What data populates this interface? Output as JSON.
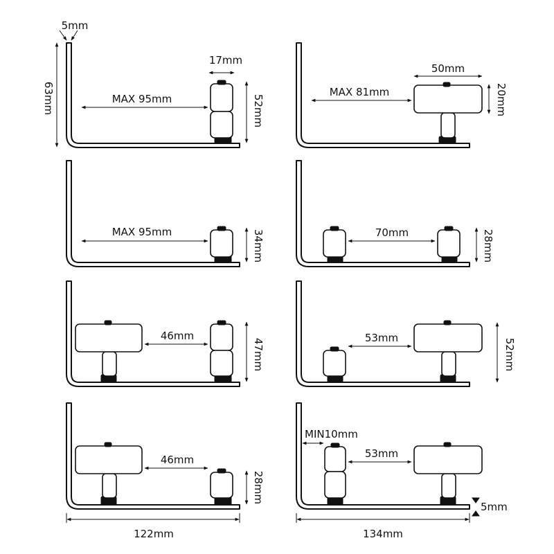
{
  "labels": {
    "top_thickness": "5mm",
    "overall_height": "63mm",
    "left_width": "122mm",
    "right_width": "134mm",
    "bottom_thickness": "5mm"
  },
  "panels": [
    {
      "gap": "MAX 95mm",
      "height": "52mm",
      "extra": "17mm"
    },
    {
      "gap": "MAX 81mm",
      "height": "20mm",
      "extra": "50mm"
    },
    {
      "gap": "MAX 95mm",
      "height": "34mm"
    },
    {
      "gap": "70mm",
      "height": "28mm"
    },
    {
      "gap": "46mm",
      "height": "47mm"
    },
    {
      "gap": "53mm",
      "height": "52mm"
    },
    {
      "gap": "46mm",
      "height": "28mm"
    },
    {
      "gap": "53mm",
      "height": "",
      "extra": "MIN10mm"
    }
  ]
}
